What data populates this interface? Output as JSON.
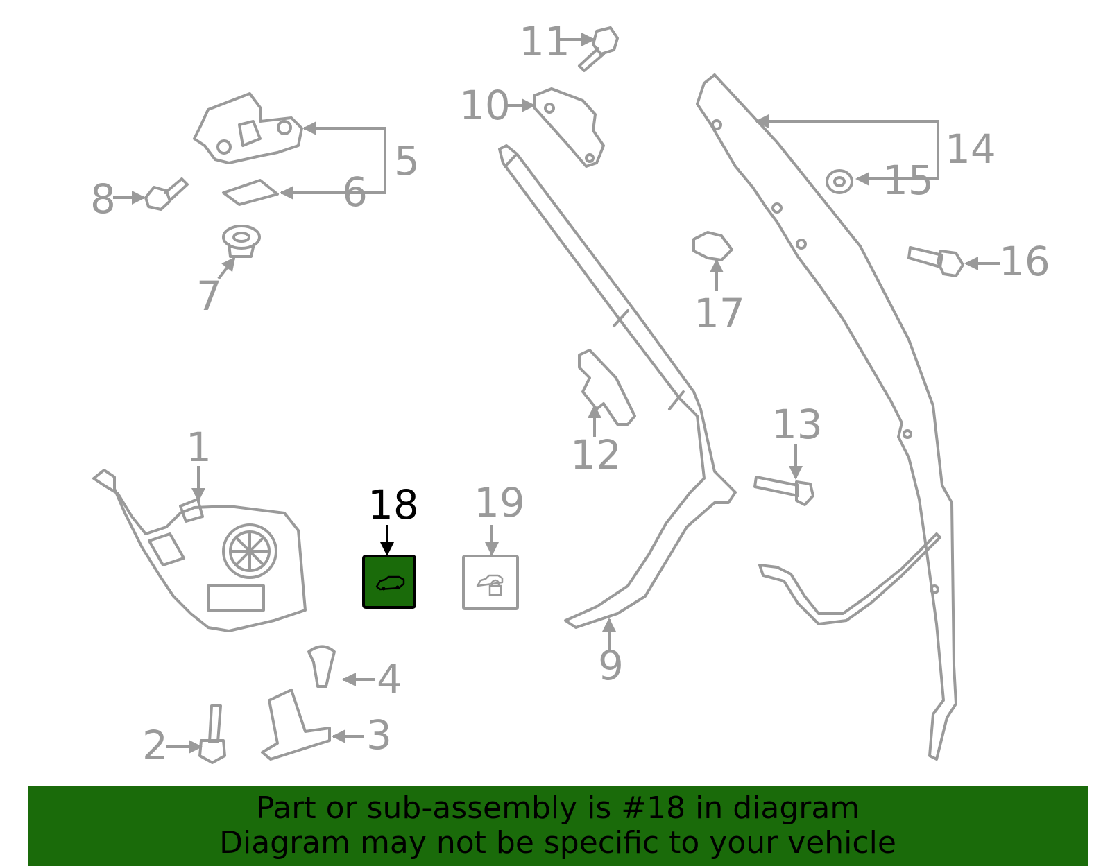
{
  "diagram": {
    "highlight_color": "#1a6b0a",
    "line_color": "#9a9a9a",
    "callouts": {
      "c1": "1",
      "c2": "2",
      "c3": "3",
      "c4": "4",
      "c5": "5",
      "c6": "6",
      "c7": "7",
      "c8": "8",
      "c9": "9",
      "c10": "10",
      "c11": "11",
      "c12": "12",
      "c13": "13",
      "c14": "14",
      "c15": "15",
      "c16": "16",
      "c17": "17",
      "c18": "18",
      "c19": "19"
    },
    "highlighted_part": "18"
  },
  "footer": {
    "line1": "Part or sub-assembly is #18 in diagram",
    "line2": "Diagram may not be specific to your vehicle",
    "background": "#1a6b0a"
  }
}
